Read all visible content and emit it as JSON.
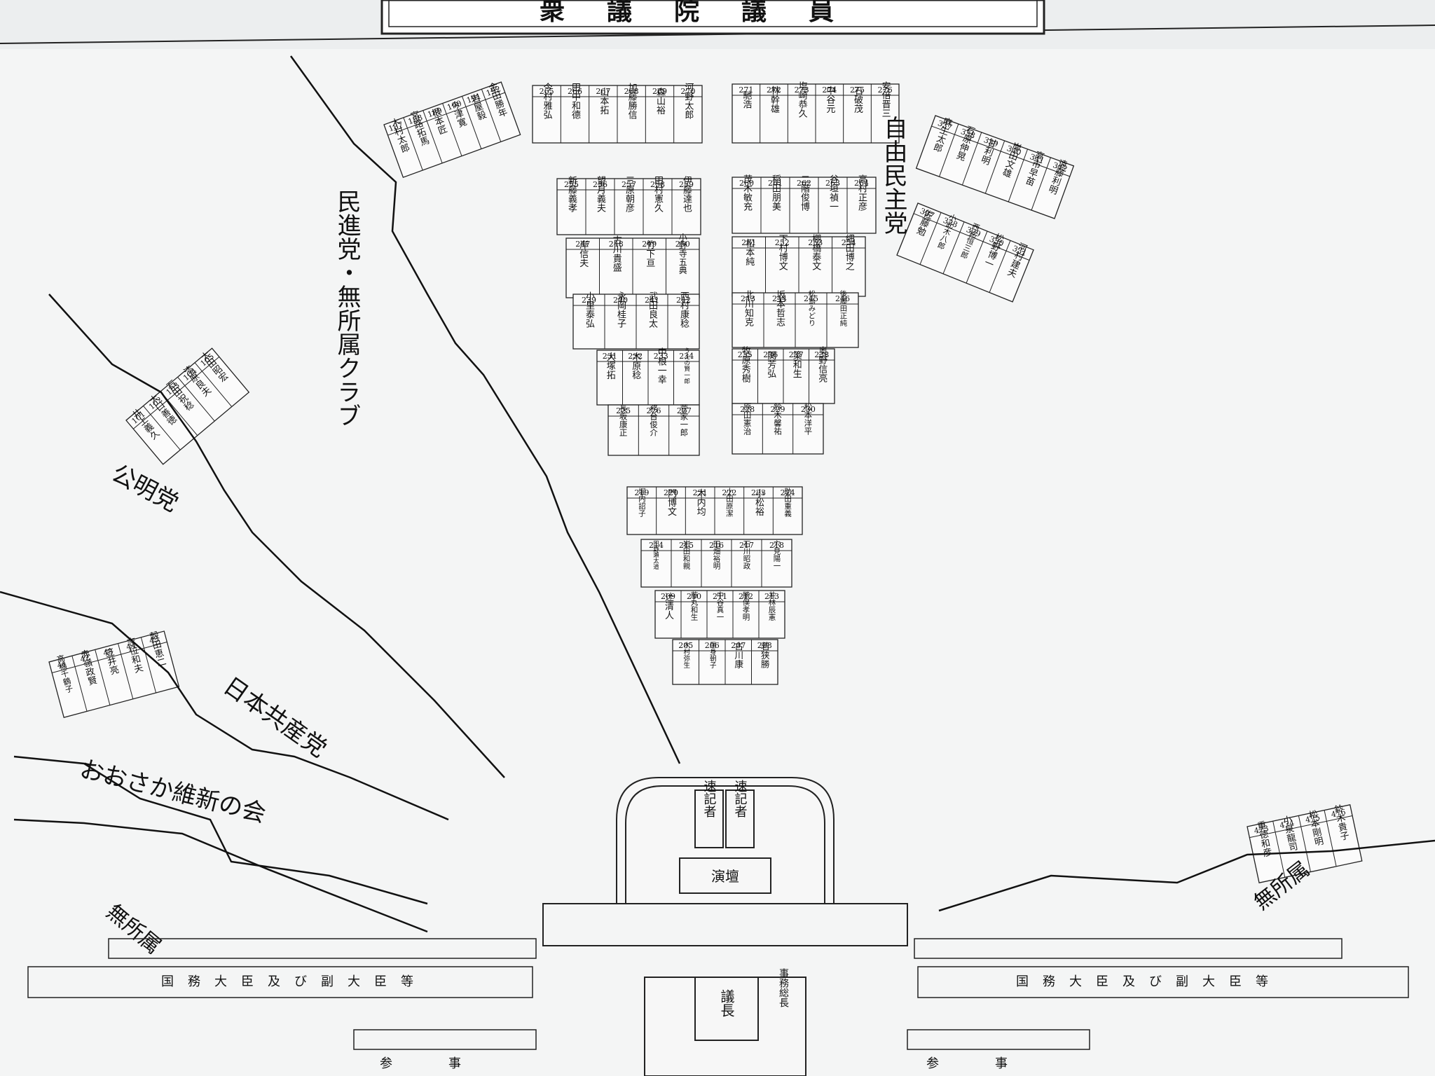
{
  "header": {
    "title": "衆議院議員"
  },
  "parties": [
    {
      "key": "ldp",
      "label": "自由民主党"
    },
    {
      "key": "dpj",
      "label": "民進党・無所属クラブ"
    },
    {
      "key": "komei",
      "label": "公明党"
    },
    {
      "key": "jcp",
      "label": "日本共産党"
    },
    {
      "key": "ishin",
      "label": "おおさか維新の会"
    },
    {
      "key": "indep_left",
      "label": "無所属"
    },
    {
      "key": "indep_right",
      "label": "無所属"
    }
  ],
  "center": {
    "stenographer_left": "速記者",
    "stenographer_right": "速記者",
    "podium": "演壇",
    "speaker": "議長",
    "secretary_general": "事務総長"
  },
  "bottom": {
    "ministers_left": "国務大臣及び副大臣等",
    "ministers_right": "国務大臣及び副大臣等",
    "sanji_left": "参事",
    "sanji_right": "参事"
  },
  "blocks": [
    {
      "id": "top-c1",
      "seats": [
        {
          "n": "265",
          "name": "今村雅弘"
        },
        {
          "n": "266",
          "name": "田中和德"
        },
        {
          "n": "267",
          "name": "山本拓"
        },
        {
          "n": "268",
          "name": "加藤勝信"
        },
        {
          "n": "269",
          "name": "森山裕"
        },
        {
          "n": "270",
          "name": "河野太郎"
        }
      ]
    },
    {
      "id": "top-c2",
      "seats": [
        {
          "n": "271",
          "name": "馳浩"
        },
        {
          "n": "272",
          "name": "林幹雄"
        },
        {
          "n": "273",
          "name": "塩崎恭久"
        },
        {
          "n": "274",
          "name": "中谷元"
        },
        {
          "n": "275",
          "name": "石破茂"
        },
        {
          "n": "276",
          "name": "安倍晋三"
        }
      ]
    },
    {
      "id": "row2-c1",
      "seats": [
        {
          "n": "255",
          "name": "新藤義孝"
        },
        {
          "n": "256",
          "name": "望月義夫"
        },
        {
          "n": "257",
          "name": "三原朝彦"
        },
        {
          "n": "258",
          "name": "田村憲久"
        },
        {
          "n": "259",
          "name": "伊藤達也"
        }
      ]
    },
    {
      "id": "row2-c2",
      "seats": [
        {
          "n": "260",
          "name": "茂木敏充"
        },
        {
          "n": "261",
          "name": "稲田朋美"
        },
        {
          "n": "262",
          "name": "二階俊博"
        },
        {
          "n": "263",
          "name": "谷垣禎一"
        },
        {
          "n": "264",
          "name": "高村正彦"
        }
      ]
    },
    {
      "id": "row3-c1",
      "seats": [
        {
          "n": "247",
          "name": "岸信夫"
        },
        {
          "n": "248",
          "name": "古川貴盛"
        },
        {
          "n": "249",
          "name": "竹下亘"
        },
        {
          "n": "250",
          "name": "小野寺五典"
        }
      ]
    },
    {
      "id": "row3-c2",
      "seats": [
        {
          "n": "251",
          "name": "松本純"
        },
        {
          "n": "252",
          "name": "下村博文"
        },
        {
          "n": "253",
          "name": "棚橋泰文"
        },
        {
          "n": "254",
          "name": "細田博之"
        }
      ]
    },
    {
      "id": "row4-c1",
      "seats": [
        {
          "n": "239",
          "name": "小里泰弘"
        },
        {
          "n": "240",
          "name": "永岡桂子"
        },
        {
          "n": "241",
          "name": "武田良太"
        },
        {
          "n": "242",
          "name": "西村康稔"
        }
      ]
    },
    {
      "id": "row4-c2",
      "seats": [
        {
          "n": "243",
          "name": "北川知克"
        },
        {
          "n": "244",
          "name": "坂本哲志"
        },
        {
          "n": "245",
          "name": "松島みどり"
        },
        {
          "n": "246",
          "name": "後藤田正純"
        }
      ]
    },
    {
      "id": "row5-c1",
      "seats": [
        {
          "n": "231",
          "name": "大塚拓"
        },
        {
          "n": "232",
          "name": "木原稔"
        },
        {
          "n": "233",
          "name": "中根一幸"
        },
        {
          "n": "234",
          "name": "うえの賢一郎"
        }
      ]
    },
    {
      "id": "row5-c2",
      "seats": [
        {
          "n": "235",
          "name": "牧原秀樹"
        },
        {
          "n": "236",
          "name": "関芳弘"
        },
        {
          "n": "237",
          "name": "簗和生"
        },
        {
          "n": "238",
          "name": "奥野信亮"
        }
      ]
    },
    {
      "id": "row6-c1",
      "seats": [
        {
          "n": "225",
          "name": "長坂康正"
        },
        {
          "n": "226",
          "name": "務台俊介"
        },
        {
          "n": "227",
          "name": "菅家一郎"
        }
      ]
    },
    {
      "id": "row6-c2",
      "seats": [
        {
          "n": "228",
          "name": "原田憲治"
        },
        {
          "n": "229",
          "name": "鈴木馨祐"
        },
        {
          "n": "230",
          "name": "松本洋平"
        }
      ]
    },
    {
      "id": "front-1",
      "seats": [
        {
          "n": "219",
          "name": "堀内詔子"
        },
        {
          "n": "220",
          "name": "門博文"
        },
        {
          "n": "221",
          "name": "木内均"
        },
        {
          "n": "222",
          "name": "小田原潔"
        },
        {
          "n": "223",
          "name": "小松裕"
        },
        {
          "n": "224",
          "name": "助田重義"
        }
      ]
    },
    {
      "id": "front-2",
      "seats": [
        {
          "n": "214",
          "name": "田野瀬太道"
        },
        {
          "n": "215",
          "name": "岩田和親"
        },
        {
          "n": "216",
          "name": "田畑裕明"
        },
        {
          "n": "217",
          "name": "石川昭政"
        },
        {
          "n": "218",
          "name": "穴見陽一"
        }
      ]
    },
    {
      "id": "front-3",
      "seats": [
        {
          "n": "209",
          "name": "辻清人"
        },
        {
          "n": "210",
          "name": "藤丸和生"
        },
        {
          "n": "211",
          "name": "中谷真一"
        },
        {
          "n": "212",
          "name": "勝俣孝明"
        },
        {
          "n": "213",
          "name": "井林辰憲"
        }
      ]
    },
    {
      "id": "front-4",
      "seats": [
        {
          "n": "205",
          "name": "木村弥生"
        },
        {
          "n": "206",
          "name": "尾身朝子"
        },
        {
          "n": "207",
          "name": "古川康"
        },
        {
          "n": "208",
          "name": "若狭勝"
        }
      ]
    },
    {
      "id": "dpj-top",
      "seats": [
        {
          "n": "187",
          "name": "木村太郎"
        },
        {
          "n": "188",
          "name": "宮路拓馬"
        },
        {
          "n": "189",
          "name": "根本匠"
        },
        {
          "n": "190",
          "name": "今津寛"
        },
        {
          "n": "191",
          "name": "岩屋毅"
        },
        {
          "n": "192",
          "name": "金田勝年"
        }
      ]
    },
    {
      "id": "ldp-right-top",
      "seats": [
        {
          "n": "337",
          "name": "麻生太郎"
        },
        {
          "n": "338",
          "name": "石原伸晃"
        },
        {
          "n": "339",
          "name": "甘利明"
        },
        {
          "n": "340",
          "name": "岸田文雄"
        },
        {
          "n": "341",
          "name": "高市早苗"
        },
        {
          "n": "342",
          "name": "遠藤利明"
        }
      ]
    },
    {
      "id": "ldp-right-2",
      "seats": [
        {
          "n": "327",
          "name": "佐藤勉"
        },
        {
          "n": "328",
          "name": "小此木八郎"
        },
        {
          "n": "329",
          "name": "西銘恒三郎"
        },
        {
          "n": "330",
          "name": "松野博一"
        },
        {
          "n": "331",
          "name": "河村建夫"
        }
      ]
    },
    {
      "id": "komei-1",
      "seats": [
        {
          "n": "101",
          "name": "井上義久"
        },
        {
          "n": "102",
          "name": "大口善徳"
        },
        {
          "n": "103",
          "name": "石田祝稔"
        },
        {
          "n": "104",
          "name": "漆原良夫"
        },
        {
          "n": "105",
          "name": "太田昭宏"
        }
      ]
    },
    {
      "id": "jcp-1",
      "seats": [
        {
          "n": "41",
          "name": "高橋千鶴子"
        },
        {
          "n": "42",
          "name": "赤嶺政賢"
        },
        {
          "n": "43",
          "name": "笠井亮"
        },
        {
          "n": "44",
          "name": "志位和夫"
        },
        {
          "n": "45",
          "name": "穀田恵二"
        }
      ]
    },
    {
      "id": "indep-right",
      "seats": [
        {
          "n": "473",
          "name": "重徳和彦"
        },
        {
          "n": "474",
          "name": "小泉龍司"
        },
        {
          "n": "475",
          "name": "松本剛明"
        },
        {
          "n": "476",
          "name": "鈴木貴子"
        }
      ]
    }
  ]
}
